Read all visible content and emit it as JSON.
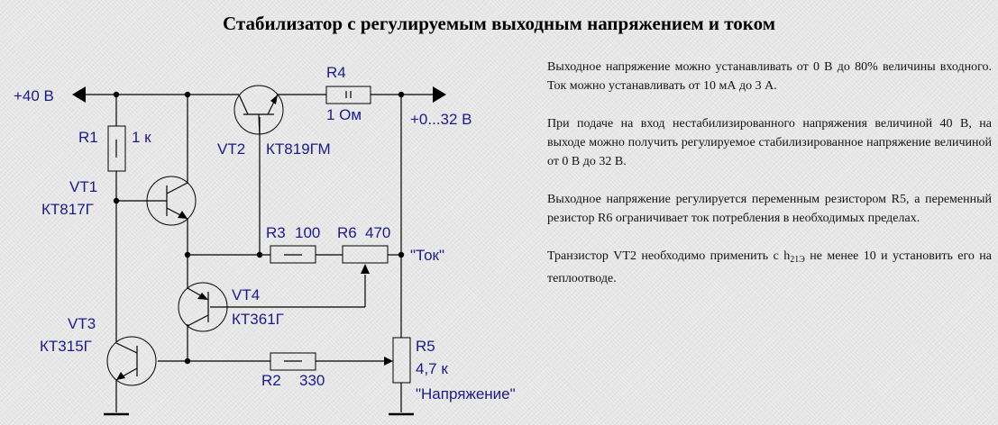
{
  "title": "Стабилизатор с регулируемым выходным напряжением и током",
  "description": {
    "paragraphs": [
      "Выходное напряжение можно устанавливать от 0 В до 80% величины входного. Ток можно устанавливать от 10 мА до 3 А.",
      "При подаче на вход нестабилизированного напряжения величиной 40 В, на выходе можно получить регулируемое стабилизированное напряжение величиной от 0 В до 32 В.",
      "Выходное напряжение регулируется переменным резистором R5, а переменный резистор R6 ограничивает ток потребления в необходимых пределах."
    ],
    "last_paragraph": {
      "before": "Транзистор VT2 необходимо применить с ",
      "h": "h",
      "sub": "21Э",
      "after": " не менее 10 и установить его на теплоотводе."
    }
  },
  "schematic": {
    "input_voltage": "+40 В",
    "output_voltage": "+0...32 В",
    "components": {
      "R1": {
        "ref": "R1",
        "value": "1 к"
      },
      "R2": {
        "ref": "R2",
        "value": "330"
      },
      "R3": {
        "ref": "R3",
        "value": "100"
      },
      "R4": {
        "ref": "R4",
        "value": "1 Ом"
      },
      "R5": {
        "ref": "R5",
        "value": "4,7 к",
        "function": "\"Напряжение\""
      },
      "R6": {
        "ref": "R6",
        "value": "470",
        "function": "\"Ток\""
      },
      "VT1": {
        "ref": "VT1",
        "part": "КТ817Г",
        "type": "npn"
      },
      "VT2": {
        "ref": "VT2",
        "part": "КТ819ГМ",
        "type": "npn"
      },
      "VT3": {
        "ref": "VT3",
        "part": "КТ315Г",
        "type": "npn"
      },
      "VT4": {
        "ref": "VT4",
        "part": "КТ361Г",
        "type": "pnp"
      }
    }
  }
}
